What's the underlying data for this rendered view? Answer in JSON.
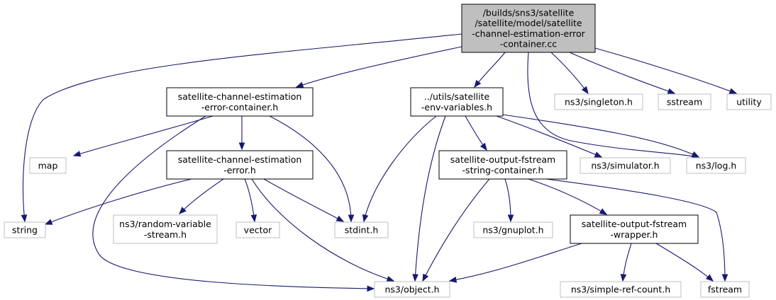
{
  "nodes": {
    "root": {
      "lines": [
        "/builds/sns3/satellite",
        "/satellite/model/satellite",
        "-channel-estimation-error",
        "-container.cc"
      ]
    },
    "cee_container_h": {
      "lines": [
        "satellite-channel-estimation",
        "-error-container.h"
      ]
    },
    "env_variables_h": {
      "lines": [
        "../utils/satellite",
        "-env-variables.h"
      ]
    },
    "singleton_h": {
      "lines": [
        "ns3/singleton.h"
      ]
    },
    "sstream": {
      "lines": [
        "sstream"
      ]
    },
    "utility": {
      "lines": [
        "utility"
      ]
    },
    "map": {
      "lines": [
        "map"
      ]
    },
    "cee_h": {
      "lines": [
        "satellite-channel-estimation",
        "-error.h"
      ]
    },
    "fstream_string_container_h": {
      "lines": [
        "satellite-output-fstream",
        "-string-container.h"
      ]
    },
    "simulator_h": {
      "lines": [
        "ns3/simulator.h"
      ]
    },
    "log_h": {
      "lines": [
        "ns3/log.h"
      ]
    },
    "string": {
      "lines": [
        "string"
      ]
    },
    "random_variable_stream_h": {
      "lines": [
        "ns3/random-variable",
        "-stream.h"
      ]
    },
    "vector": {
      "lines": [
        "vector"
      ]
    },
    "stdint_h": {
      "lines": [
        "stdint.h"
      ]
    },
    "gnuplot_h": {
      "lines": [
        "ns3/gnuplot.h"
      ]
    },
    "fstream_wrapper_h": {
      "lines": [
        "satellite-output-fstream",
        "-wrapper.h"
      ]
    },
    "object_h": {
      "lines": [
        "ns3/object.h"
      ]
    },
    "simple_ref_count_h": {
      "lines": [
        "ns3/simple-ref-count.h"
      ]
    },
    "fstream": {
      "lines": [
        "fstream"
      ]
    }
  }
}
